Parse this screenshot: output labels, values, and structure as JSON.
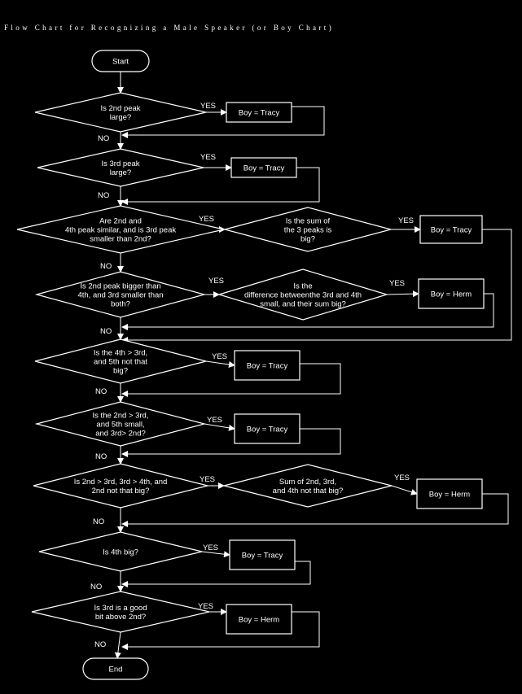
{
  "title": "Flow Chart for Recognizing a Male Speaker (or Boy Chart)",
  "terminals": {
    "start": "Start",
    "end": "End"
  },
  "decisions": {
    "d1": [
      "Is 2nd peak",
      "large?"
    ],
    "d2": [
      "Is 3rd peak",
      "large?"
    ],
    "d3": [
      "Are 2nd and",
      "4th peak similar,  and  is 3rd peak",
      "smaller than 2nd?"
    ],
    "d3b": [
      "Is the sum of",
      "the 3 peaks is",
      "big?"
    ],
    "d4": [
      "Is 2nd peak  bigger than",
      "4th, and 3rd smaller than",
      "both?"
    ],
    "d4b": [
      "Is the",
      "difference betweenthe 3rd  and 4th",
      "small, and their sum big?"
    ],
    "d5": [
      "Is the 4th > 3rd,",
      "and  5th not that",
      "big?"
    ],
    "d6": [
      "Is the 2nd > 3rd,",
      "and 5th small,",
      "and 3rd> 2nd?"
    ],
    "d7": [
      "Is 2nd > 3rd,  3rd > 4th,  and",
      "2nd not that big?"
    ],
    "d7b": [
      "Sum of 2nd, 3rd,",
      "and 4th not that big?"
    ],
    "d8": [
      "Is 4th big?"
    ],
    "d9": [
      "Is 3rd is a good",
      "bit above 2nd?"
    ]
  },
  "results": {
    "r1": "Boy = Tracy",
    "r2": "Boy = Tracy",
    "r3": "Boy = Tracy",
    "r4": "Boy = Herm",
    "r5": "Boy = Tracy",
    "r6": "Boy = Tracy",
    "r7": "Boy = Herm",
    "r8": "Boy = Tracy",
    "r9": "Boy = Herm"
  },
  "edge_labels": {
    "yes": "YES",
    "no": "NO"
  }
}
